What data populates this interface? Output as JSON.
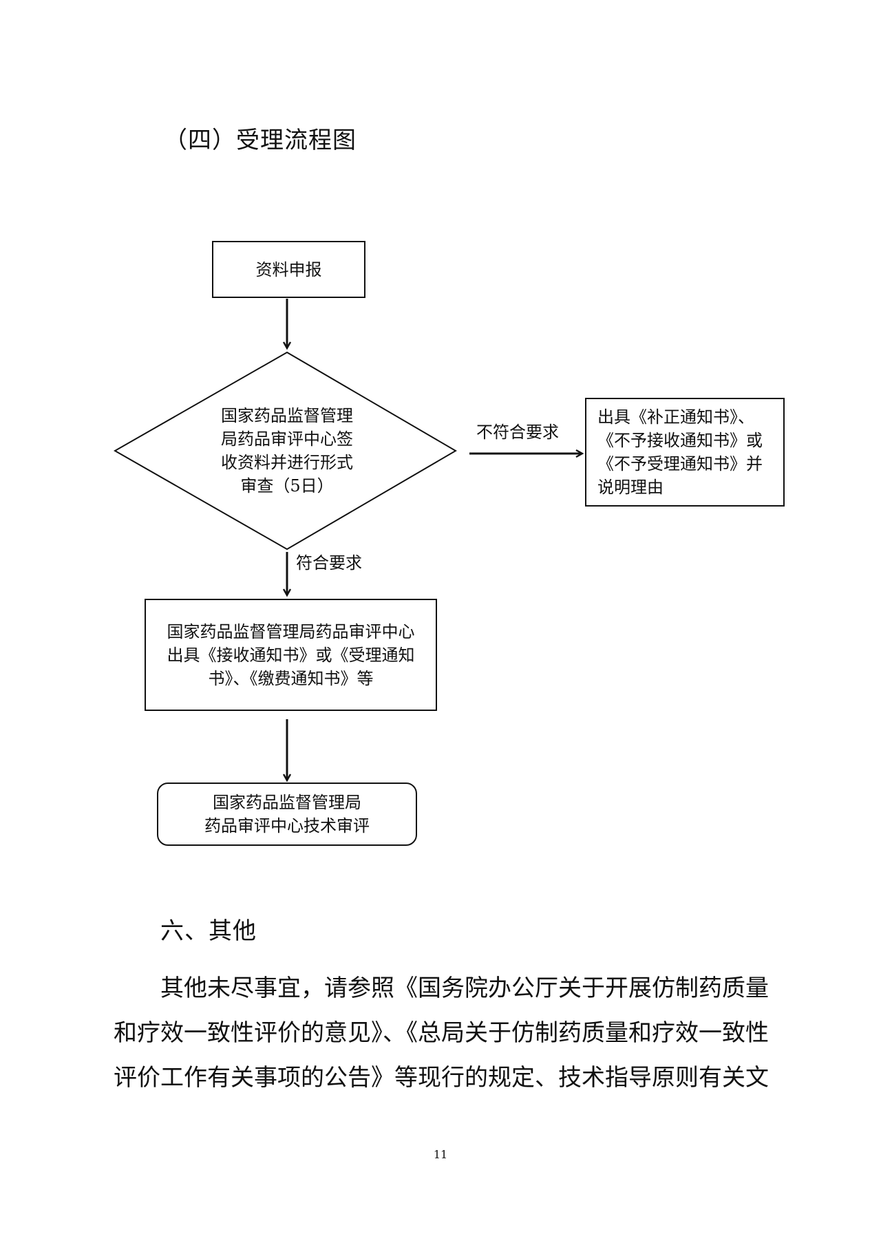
{
  "section_title": "（四）受理流程图",
  "flowchart": {
    "nodes": {
      "start": "资料申报",
      "review": [
        "国家药品监督管理",
        "局药品审评中心签",
        "收资料并进行形式",
        "审查（5日）"
      ],
      "reject": [
        "出具《补正通知书》、",
        "《不予接收通知书》或",
        "《不予受理通知书》并",
        "说明理由"
      ],
      "accept": [
        "国家药品监督管理局药品审评中心",
        "出具《接收通知书》或《受理通知",
        "书》、《缴费通知书》等"
      ],
      "technical": [
        "国家药品监督管理局",
        "药品审评中心技术审评"
      ]
    },
    "edges": {
      "not_meet": "不符合要求",
      "meet": "符合要求"
    }
  },
  "section6": {
    "heading": "六、其他",
    "lines": [
      "其他未尽事宜，请参照《国务院办公厅关于开展仿制药质量",
      "和疗效一致性评价的意见》、《总局关于仿制药质量和疗效一致性",
      "评价工作有关事项的公告》等现行的规定、技术指导原则有关文"
    ]
  },
  "page_number": "11"
}
